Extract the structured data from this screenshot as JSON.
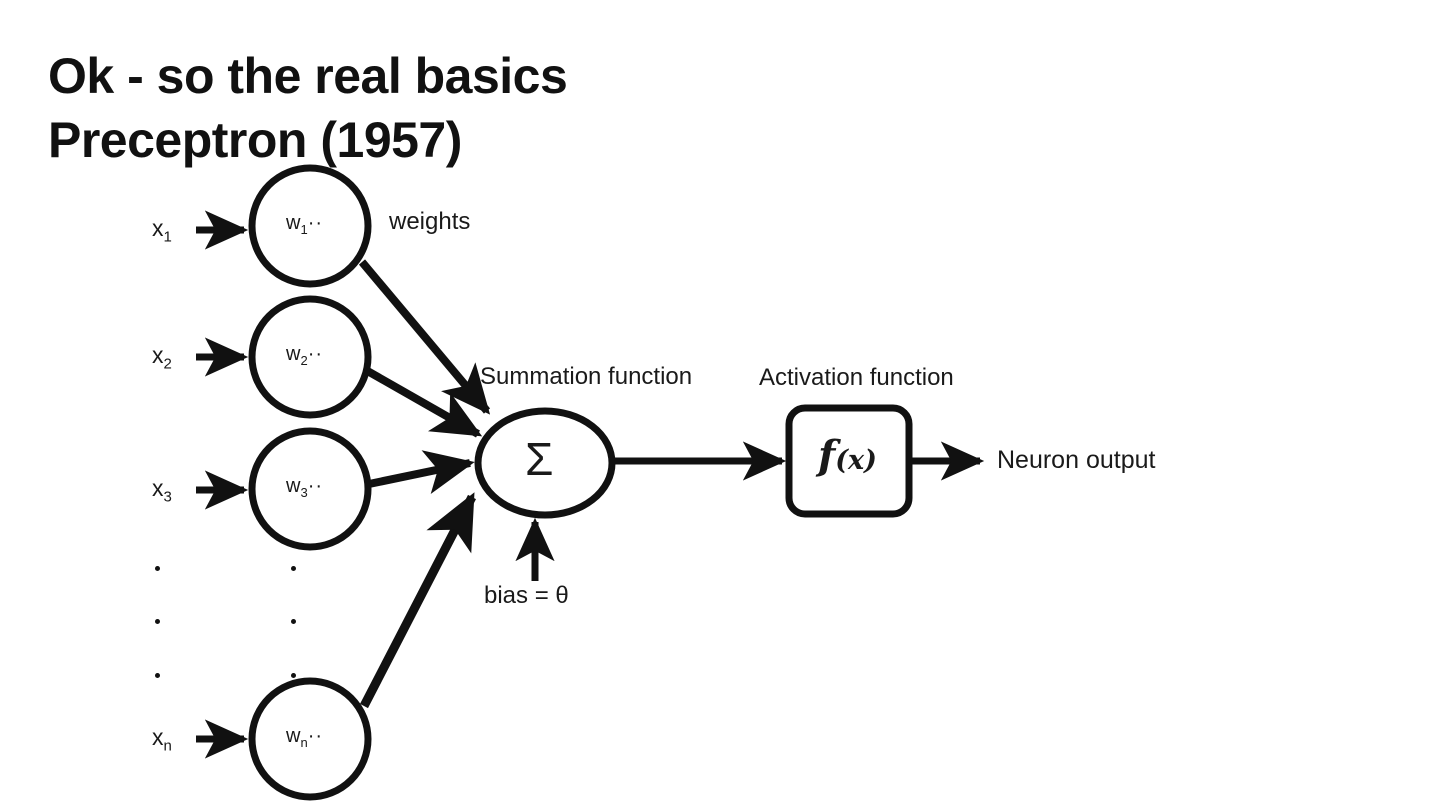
{
  "slide": {
    "background_color": "#ffffff",
    "ink_color": "#111111",
    "title": {
      "line1": "Ok - so the real basics",
      "line2": "Preceptron (1957)"
    }
  },
  "diagram": {
    "name": "perceptron-diagram",
    "inputs": [
      {
        "input_label": "x",
        "input_sub": "1",
        "weight_label": "w",
        "weight_sub": "1",
        "weight_dots": "··"
      },
      {
        "input_label": "x",
        "input_sub": "2",
        "weight_label": "w",
        "weight_sub": "2",
        "weight_dots": "··"
      },
      {
        "input_label": "x",
        "input_sub": "3",
        "weight_label": "w",
        "weight_sub": "3",
        "weight_dots": "··"
      },
      {
        "input_label": "x",
        "input_sub": "n",
        "weight_label": "w",
        "weight_sub": "n",
        "weight_dots": "··"
      }
    ],
    "captions": {
      "weights": "weights",
      "summation": "Summation function",
      "activation": "Activation function",
      "bias": "bias = θ",
      "output": "Neuron output"
    },
    "nodes": {
      "summation_symbol": "Σ",
      "activation_symbol": "f",
      "activation_arg": "(x)"
    },
    "ellipsis_columns": 2,
    "ellipsis_dots_per_column": 3
  }
}
